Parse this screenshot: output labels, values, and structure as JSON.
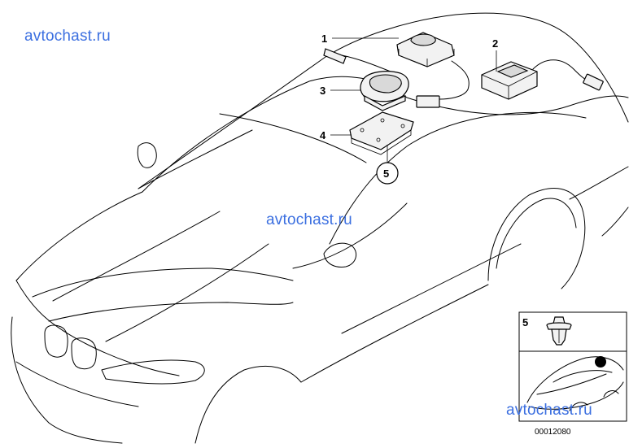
{
  "watermarks": [
    "avtochast.ru",
    "avtochast.ru",
    "avtochast.ru"
  ],
  "callouts": [
    "1",
    "2",
    "3",
    "4",
    "5"
  ],
  "inset": {
    "label": "5",
    "drawing_number": "00012080"
  }
}
